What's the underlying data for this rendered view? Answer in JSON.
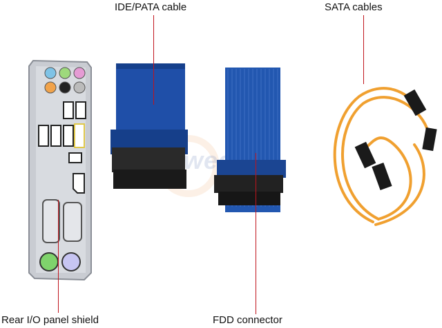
{
  "labels": {
    "ide": "IDE/PATA cable",
    "sata": "SATA cables",
    "rear_io": "Rear I/O panel shield",
    "fdd": "FDD connector"
  },
  "watermark": "newegg",
  "colors": {
    "leader_line": "#c0141c",
    "ribbon_blue": "#1f4fa8",
    "sata_orange": "#f0a030",
    "connector_black": "#1a1a1a",
    "shield_grey": "#c9ccd2"
  }
}
